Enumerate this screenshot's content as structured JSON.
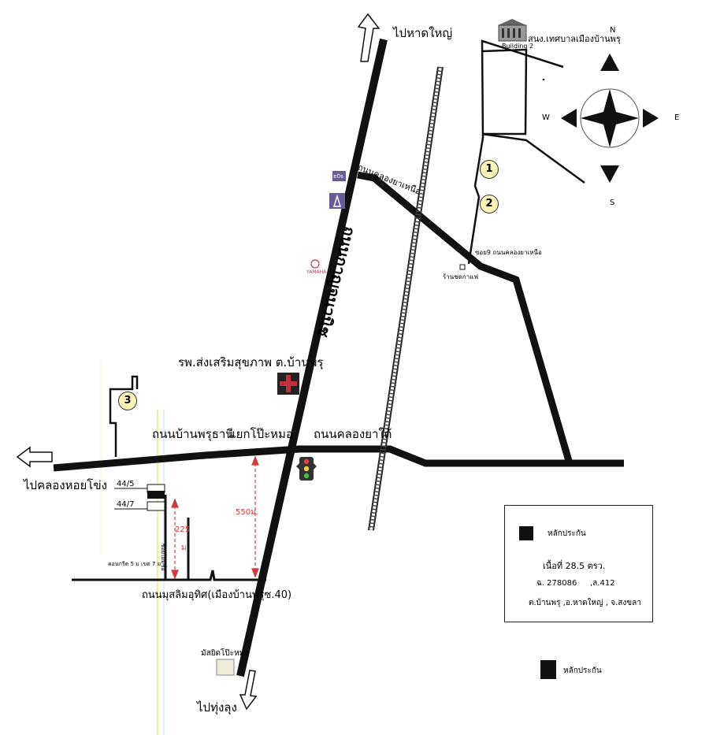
{
  "labels": {
    "to_hatyai": "ไปหาดใหญ่",
    "municipality": "สนง.เทศบาลเมืองบ้านพรุ",
    "building": "Building 2",
    "north": "N",
    "south": "S",
    "east": "E",
    "west": "W",
    "khlong_nuea": "ถนนคลองยาเหนือ",
    "soi9": "ซอย9 ถนนคลองยาเหนือ",
    "coffee_shop": "ร้านชดกาแฟ",
    "yamaha": "YAMAHA",
    "shop_sign": "ธปัจ",
    "main_road": "ถนนกาญจนวนิช",
    "hospital": "รพ.ส่งเสริมสุขภาพ ต.บ้านพรุ",
    "phruthani": "ถนนบ้านพรุธานี",
    "intersection": "แยกโป๊ะหมอ",
    "khlong_tai": "ถนนคลองยาใต้",
    "to_hoi_khong": "ไปคลองหอยโข่ง",
    "house_44_5": "44/5",
    "house_44_7": "44/7",
    "dist_550": "550ม.",
    "dist_225": "225",
    "dist_225_unit": "ม",
    "concrete": "คอนกรีต 5 ม เขต 7 ม",
    "small_road": "ซอยไม่มีชื่อ",
    "sutthi_road": "ถนนมุสลิมอุทิศ(เมืองบ้านพรุซ.40)",
    "mosque": "มัสยิดโป๊ะหมอ",
    "to_thung_lung": "ไปทุ่งลุง",
    "marker_1": "1",
    "marker_2": "2",
    "marker_3": "3"
  },
  "legend": {
    "title": "หลักประกัน",
    "area": "เนื้อที่ 28.5 ตรว.",
    "deed_no": "ฉ. 278086",
    "land_no": ",ล.412",
    "location": "ต.บ้านพรุ ,อ.หาดใหญ่ , จ.สงขลา",
    "bottom_label": "หลักประกัน"
  },
  "colors": {
    "road": "#111111",
    "dashed_distance": "#d23a3a",
    "hospital_cross": "#b3202a",
    "marker_fill": "#fbf3b8",
    "arrow_fill": "#ffffff"
  },
  "icons": [
    "traffic-light-icon",
    "hospital-cross-icon",
    "compass-icon",
    "building-icon",
    "yamaha-icon",
    "shop-sign-icon",
    "mosque-icon"
  ]
}
